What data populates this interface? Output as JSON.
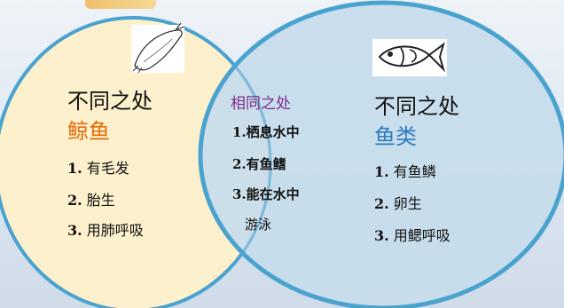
{
  "colors": {
    "left_fill": "#fdf0cc",
    "right_fill": "#c7dcec",
    "circle_stroke": "#4aa3cf",
    "left_accent": "#e46c0a",
    "right_accent": "#2e7bbd",
    "middle_accent": "#7a2f8e"
  },
  "left": {
    "icon": "whale-icon",
    "title": "不同之处",
    "subject": "鲸鱼",
    "items": [
      {
        "num": "1.",
        "text": "有毛发"
      },
      {
        "num": "2.",
        "text": "胎生"
      },
      {
        "num": "3.",
        "text": "用肺呼吸"
      }
    ]
  },
  "middle": {
    "title": "相同之处",
    "items": [
      {
        "num": "1.",
        "text": "栖息水中"
      },
      {
        "num": "2.",
        "text": "有鱼鳍"
      },
      {
        "num": "3.",
        "text": "能在水中"
      },
      {
        "num": "",
        "text": "游泳"
      }
    ]
  },
  "right": {
    "icon": "fish-icon",
    "title": "不同之处",
    "subject": "鱼类",
    "items": [
      {
        "num": "1.",
        "text": "有鱼鳞"
      },
      {
        "num": "2.",
        "text": "卵生"
      },
      {
        "num": "3.",
        "text": "用鳃呼吸"
      }
    ]
  }
}
